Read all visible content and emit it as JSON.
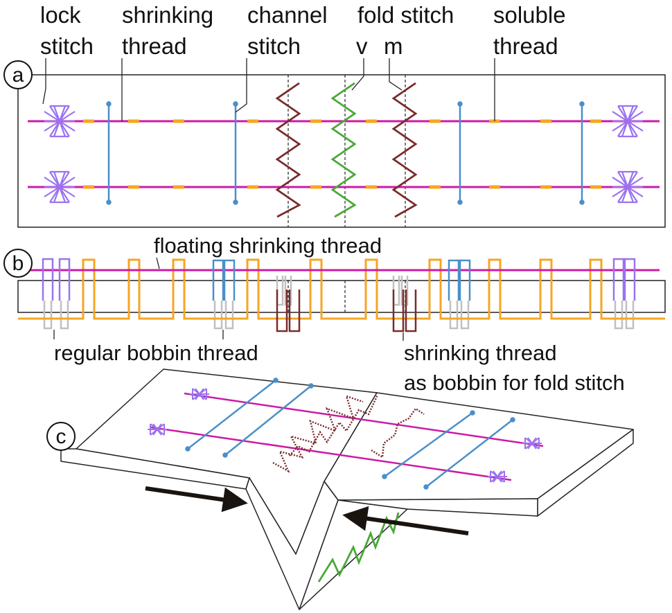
{
  "colors": {
    "shrinking": "#cc1aa6",
    "soluble": "#f5a623",
    "channel": "#4a8fc9",
    "lock": "#9b72f0",
    "fold_m": "#7a2b2b",
    "fold_v": "#4aa837",
    "bobbin": "#c0c0c0",
    "outline": "#222222"
  },
  "panel_a": {
    "marker": "a",
    "labels": {
      "lock_1": "lock",
      "lock_2": "stitch",
      "shrinking_1": "shrinking",
      "shrinking_2": "thread",
      "channel_1": "channel",
      "channel_2": "stitch",
      "fold_1": "fold stitch",
      "fold_v": "v",
      "fold_m": "m",
      "soluble_1": "soluble",
      "soluble_2": "thread"
    }
  },
  "panel_b": {
    "marker": "b",
    "labels": {
      "floating": "floating shrinking thread",
      "regular_bobbin": "regular bobbin thread",
      "shrink_bobbin_1": "shrinking thread",
      "shrink_bobbin_2": "as bobbin for fold stitch"
    }
  },
  "panel_c": {
    "marker": "c"
  }
}
